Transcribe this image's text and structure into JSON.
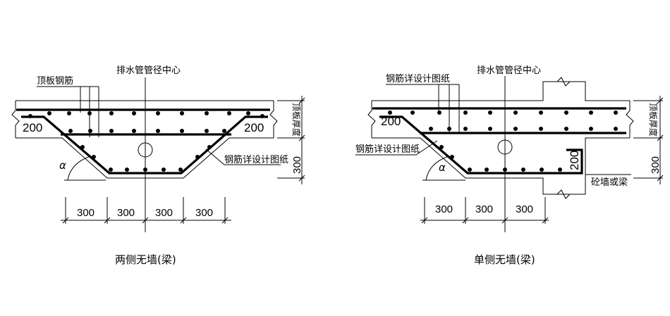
{
  "left": {
    "pipe_center_label": "排水管管径中心",
    "top_rebar_label": "顶板钢筋",
    "rebar_detail_label": "钢筋详设计图纸",
    "slab_thickness_label": "顶板厚度",
    "depth_300": "300",
    "lap_200_left": "200",
    "lap_200_right": "200",
    "angle_label": "α",
    "dims": [
      "300",
      "300",
      "300",
      "300"
    ],
    "caption": "两侧无墙(梁)"
  },
  "right": {
    "pipe_center_label": "排水管管径中心",
    "rebar_detail_top_label": "钢筋详设计图纸",
    "rebar_detail_left_label": "钢筋详设计图纸",
    "slab_thickness_label": "顶板厚度",
    "depth_300": "300",
    "lap_200_left": "200",
    "lap_200_wall": "200",
    "wall_label": "砼墙或梁",
    "angle_label": "α",
    "dims": [
      "300",
      "300",
      "300"
    ],
    "caption": "单侧无墙(梁)"
  }
}
